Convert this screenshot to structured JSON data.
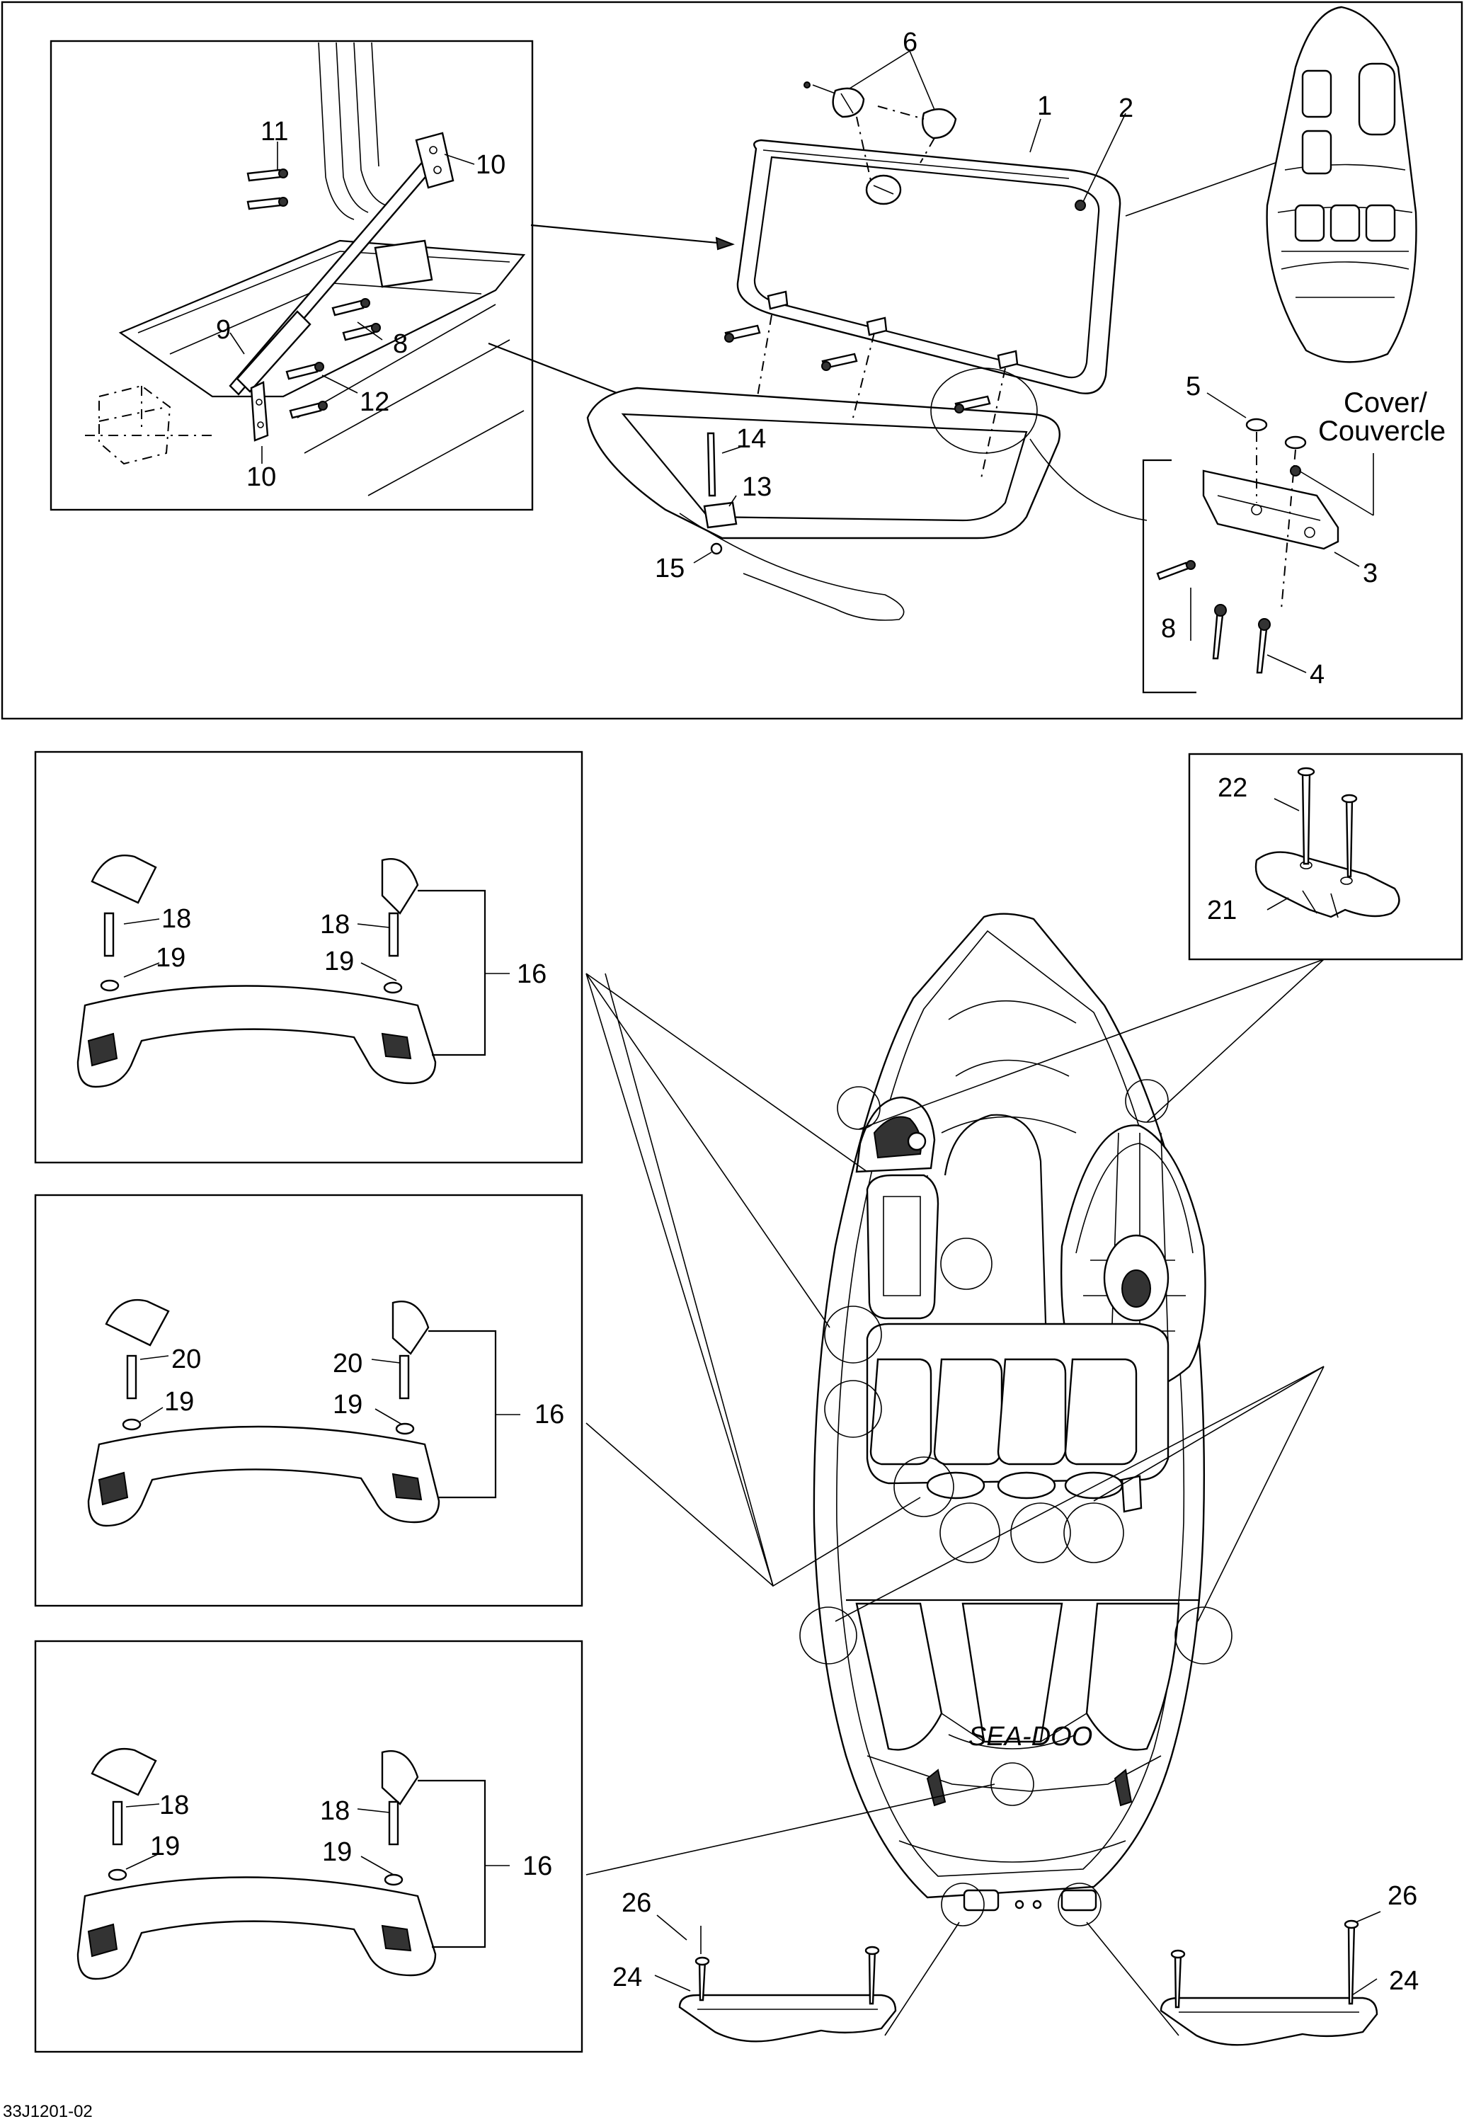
{
  "callouts": {
    "c1": "1",
    "c2": "2",
    "c3": "3",
    "c4": "4",
    "c5": "5",
    "c6": "6",
    "c8a": "8",
    "c8b": "8",
    "c9": "9",
    "c10a": "10",
    "c10b": "10",
    "c11": "11",
    "c12": "12",
    "c13": "13",
    "c14": "14",
    "c15": "15",
    "c16a": "16",
    "c16b": "16",
    "c16c": "16",
    "c18a": "18",
    "c18b": "18",
    "c18c": "18",
    "c18d": "18",
    "c19a": "19",
    "c19b": "19",
    "c19c": "19",
    "c19d": "19",
    "c19e": "19",
    "c19f": "19",
    "c20a": "20",
    "c20b": "20",
    "c21": "21",
    "c22": "22",
    "c24a": "24",
    "c24b": "24",
    "c26a": "26",
    "c26b": "26"
  },
  "cover_label": {
    "line1": "Cover/",
    "line2": "Couvercle"
  },
  "hull_brand": "SEA-DOO",
  "figure_code": "33J1201-02"
}
